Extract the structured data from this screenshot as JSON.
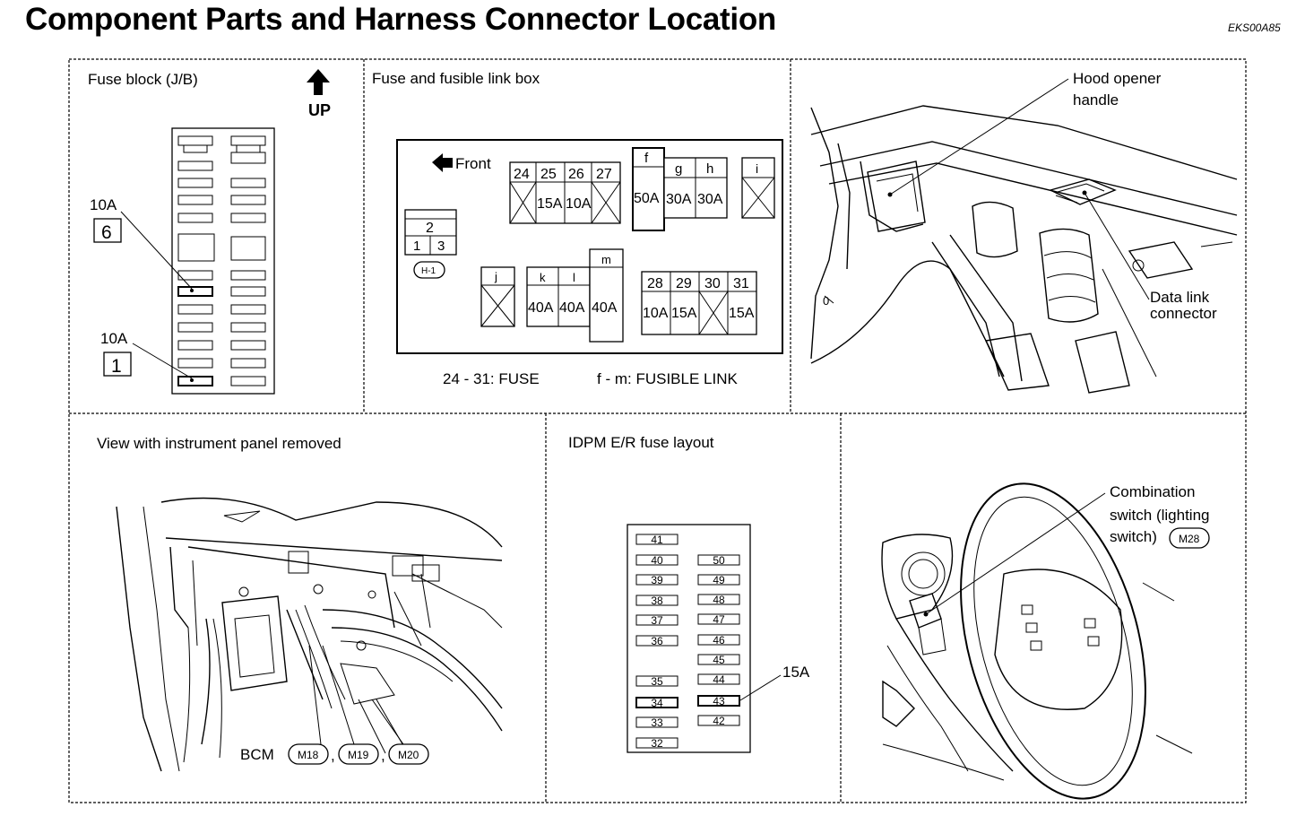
{
  "header": {
    "title": "Component Parts and Harness Connector Location",
    "code": "EKS00A85"
  },
  "fuse_block": {
    "title": "Fuse block (J/B)",
    "up_label": "UP",
    "callout_a_amp": "10A",
    "callout_a_num": "6",
    "callout_b_amp": "10A",
    "callout_b_num": "1"
  },
  "fusible_box": {
    "title": "Fuse and fusible link box",
    "front_label": "Front",
    "relay_num": "2",
    "relay_sub": [
      "1",
      "3"
    ],
    "relay_connector": "H-1",
    "row1_headers": [
      "24",
      "25",
      "26",
      "27"
    ],
    "row1_values": [
      "",
      "15A",
      "10A",
      ""
    ],
    "f_header": "f",
    "f_value": "50A",
    "gh_headers": [
      "g",
      "h"
    ],
    "gh_values": [
      "30A",
      "30A"
    ],
    "i_header": "i",
    "j_header": "j",
    "kl_headers": [
      "k",
      "l"
    ],
    "kl_values": [
      "40A",
      "40A"
    ],
    "m_header": "m",
    "m_value": "40A",
    "row2_headers": [
      "28",
      "29",
      "30",
      "31"
    ],
    "row2_values": [
      "10A",
      "15A",
      "",
      "15A"
    ],
    "legend_fuse": "24 - 31: FUSE",
    "legend_link": "f - m: FUSIBLE LINK"
  },
  "hood_panel": {
    "hood_label_1": "Hood opener",
    "hood_label_2": "handle",
    "dlc_label_1": "Data link",
    "dlc_label_2": "connector"
  },
  "instrument_panel": {
    "title": "View with instrument panel removed",
    "bcm_label": "BCM",
    "connectors": [
      "M18",
      "M19",
      "M20"
    ],
    "separator": ","
  },
  "idpm": {
    "title": "IDPM E/R fuse layout",
    "left_column": [
      "41",
      "40",
      "39",
      "38",
      "37",
      "36",
      "35",
      "34",
      "33",
      "32"
    ],
    "right_column": [
      "50",
      "49",
      "48",
      "47",
      "46",
      "45",
      "44",
      "43",
      "42"
    ],
    "callout_amp": "15A"
  },
  "combo_switch": {
    "label_1": "Combination",
    "label_2": "switch (lighting",
    "label_3": "switch)",
    "connector": "M28"
  }
}
